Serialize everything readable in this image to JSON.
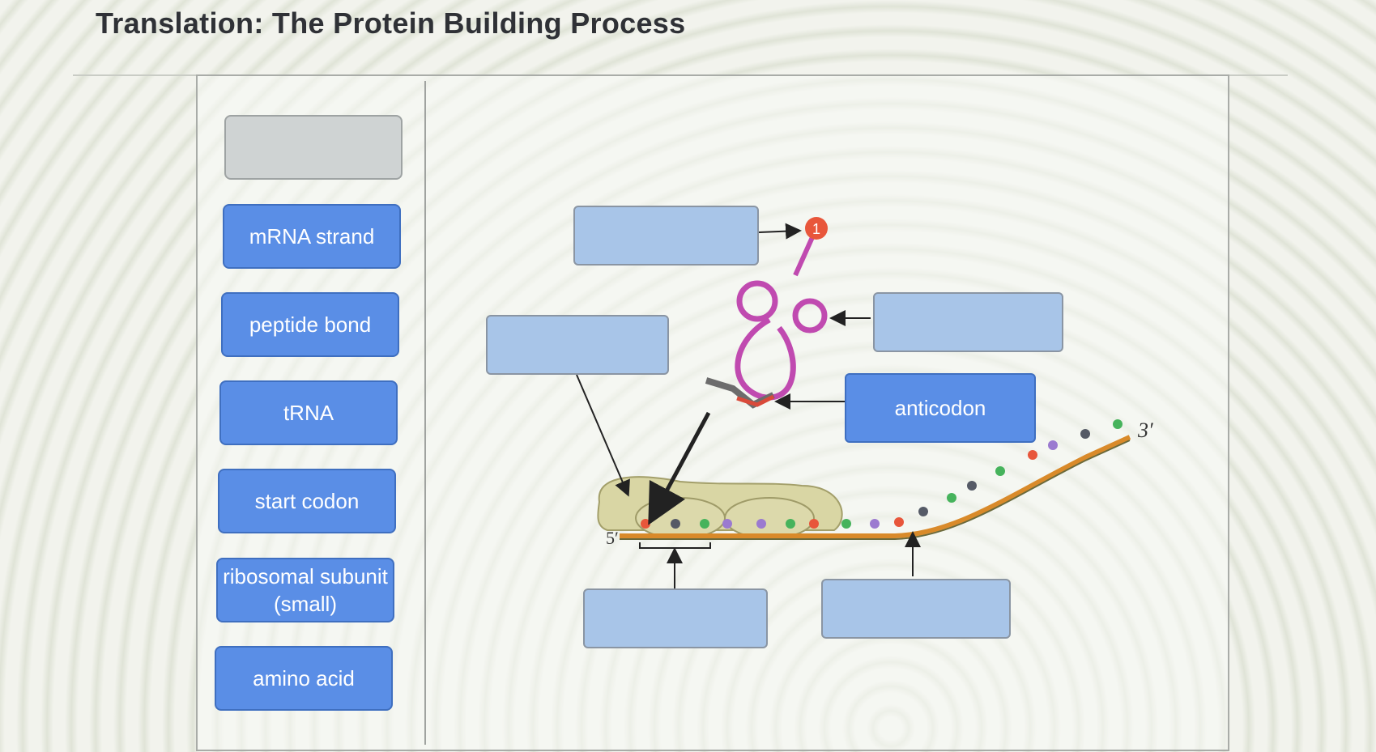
{
  "title": "Translation: The Protein Building Process",
  "label_bank": [
    {
      "label": ""
    },
    {
      "label": "mRNA strand"
    },
    {
      "label": "peptide bond"
    },
    {
      "label": "tRNA"
    },
    {
      "label": "start codon"
    },
    {
      "label": "ribosomal subunit (small)"
    },
    {
      "label": "amino acid"
    }
  ],
  "drop_zones": [
    {
      "label": ""
    },
    {
      "label": ""
    },
    {
      "label": ""
    },
    {
      "label": "anticodon"
    },
    {
      "label": ""
    },
    {
      "label": ""
    }
  ],
  "diagram": {
    "marker_number": "1",
    "end_5": "5′",
    "end_3": "3′"
  }
}
